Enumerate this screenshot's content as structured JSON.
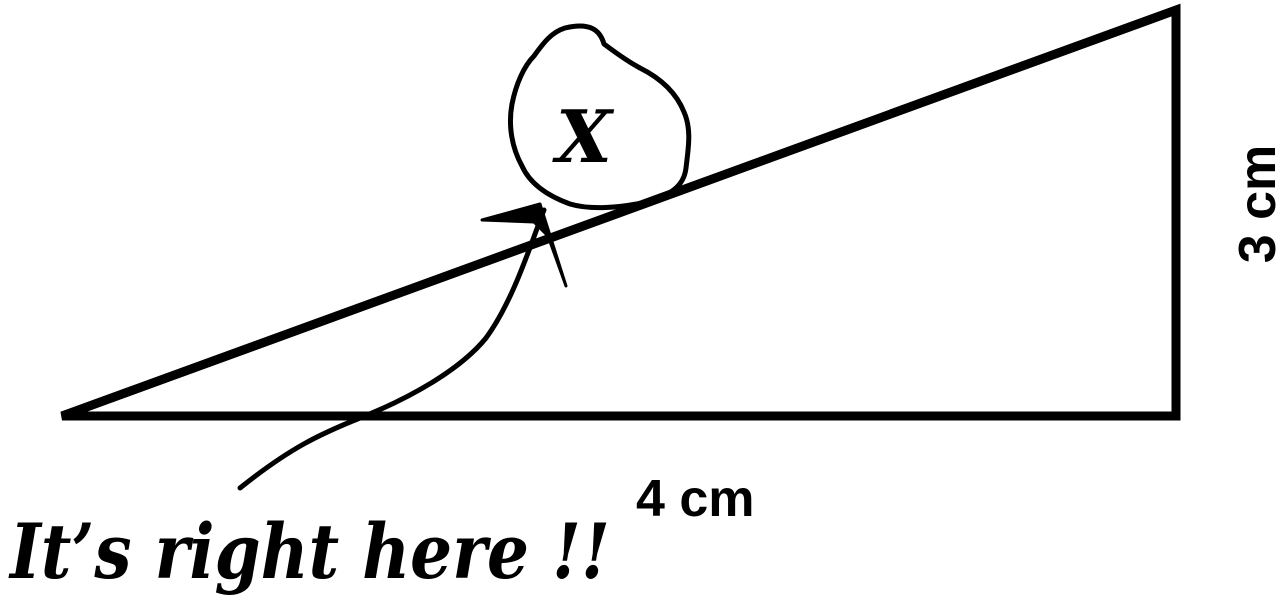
{
  "figure": {
    "circle_mark": "X",
    "side_base_label": "4 cm",
    "side_vertical_label": "3 cm",
    "annotation": "It’s right here !!"
  },
  "colors": {
    "stroke": "#000000",
    "background": "#ffffff"
  }
}
